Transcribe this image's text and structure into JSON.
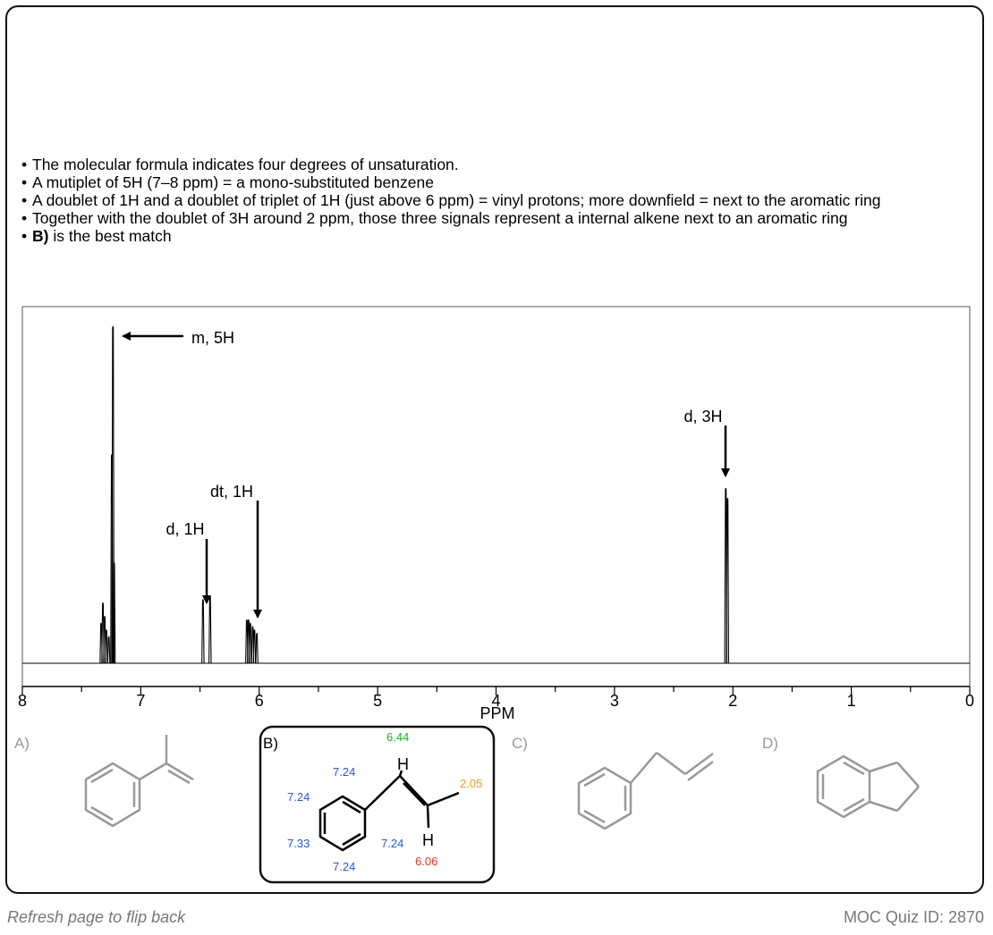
{
  "bullets": [
    {
      "bold": "",
      "text": "The molecular formula indicates four degrees of unsaturation."
    },
    {
      "bold": "",
      "text": "A mutiplet of 5H (7–8 ppm) = a mono-substituted benzene"
    },
    {
      "bold": "",
      "text": "A doublet of 1H and a doublet of triplet of 1H (just above 6 ppm) = vinyl protons; more downfield = next to the aromatic ring"
    },
    {
      "bold": "",
      "text": "Together with the doublet of 3H around 2 ppm, those three signals represent a internal alkene next to an aromatic ring"
    },
    {
      "bold": "B)",
      "text": " is the best match"
    }
  ],
  "chart_data": {
    "type": "nmr_spectrum",
    "xlabel": "PPM",
    "xlim": [
      8,
      0
    ],
    "ticks": [
      8,
      7,
      6,
      5,
      4,
      3,
      2,
      1,
      0
    ],
    "peaks": [
      {
        "ppm": 7.335,
        "height": 0.12
      },
      {
        "ppm": 7.32,
        "height": 0.18
      },
      {
        "ppm": 7.305,
        "height": 0.14
      },
      {
        "ppm": 7.29,
        "height": 0.1
      },
      {
        "ppm": 7.27,
        "height": 0.08
      },
      {
        "ppm": 7.245,
        "height": 0.62
      },
      {
        "ppm": 7.235,
        "height": 1.0
      },
      {
        "ppm": 7.225,
        "height": 0.3
      },
      {
        "ppm": 6.475,
        "height": 0.19
      },
      {
        "ppm": 6.415,
        "height": 0.2
      },
      {
        "ppm": 6.105,
        "height": 0.13
      },
      {
        "ppm": 6.09,
        "height": 0.13
      },
      {
        "ppm": 6.075,
        "height": 0.12
      },
      {
        "ppm": 6.055,
        "height": 0.11
      },
      {
        "ppm": 6.04,
        "height": 0.1
      },
      {
        "ppm": 6.02,
        "height": 0.09
      },
      {
        "ppm": 2.06,
        "height": 0.52
      },
      {
        "ppm": 2.045,
        "height": 0.49
      }
    ],
    "annotations": [
      {
        "label": "m, 5H",
        "target_ppm": 7.23
      },
      {
        "label": "d, 1H",
        "target_ppm": 6.45
      },
      {
        "label": "dt, 1H",
        "target_ppm": 6.03
      },
      {
        "label": "d, 3H",
        "target_ppm": 2.05
      }
    ]
  },
  "options": [
    {
      "label": "A)"
    },
    {
      "label": "B)",
      "shifts": {
        "vinyl_top": "6.44",
        "methyl": "2.05",
        "vinyl_bottom": "6.06",
        "ortho_top": "7.24",
        "meta_top": "7.24",
        "para": "7.33",
        "meta_bottom": "7.24",
        "ortho_bottom": "7.24"
      },
      "atom_h": "H"
    },
    {
      "label": "C)"
    },
    {
      "label": "D)"
    }
  ],
  "colors": {
    "green": "#1db31d",
    "orange": "#f29a1a",
    "red": "#e8321e",
    "blue": "#2255e8",
    "gray": "#999999"
  },
  "footer": {
    "left": "Refresh page to flip back",
    "right": "MOC Quiz ID: 2870"
  }
}
